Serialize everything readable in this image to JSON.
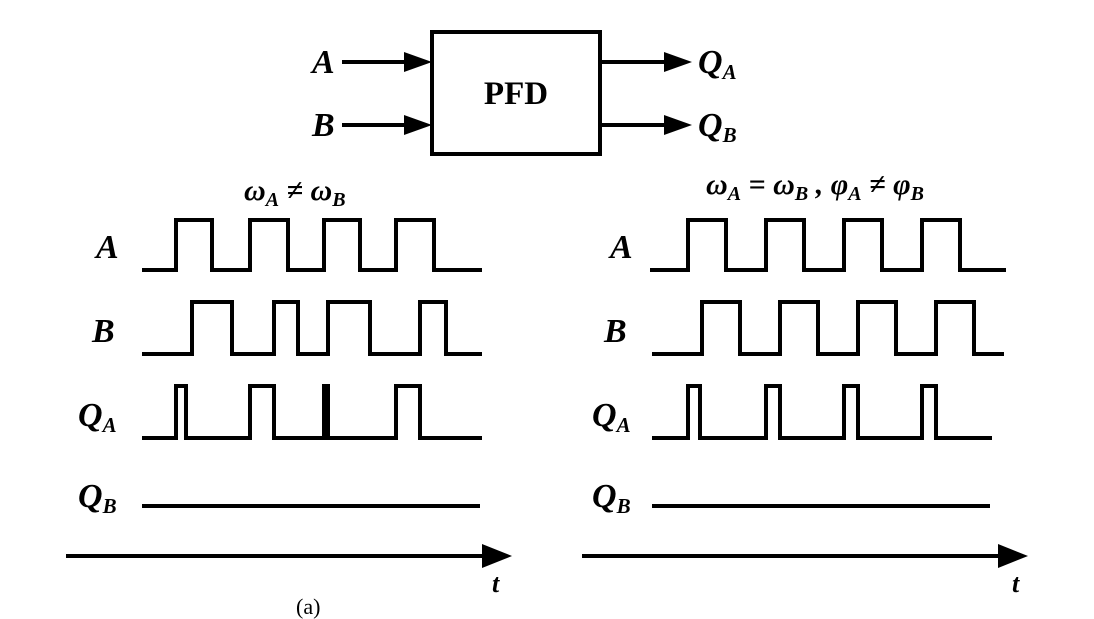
{
  "block": {
    "label": "PFD",
    "inputs": [
      "A",
      "B"
    ],
    "outputs": [
      {
        "main": "Q",
        "sub": "A"
      },
      {
        "main": "Q",
        "sub": "B"
      }
    ]
  },
  "panels": [
    {
      "title": {
        "w1": "ω",
        "w1s": "A",
        "op": " ≠ ",
        "w2": "ω",
        "w2s": "B"
      },
      "signals": [
        {
          "main": "A",
          "sub": ""
        },
        {
          "main": "B",
          "sub": ""
        },
        {
          "main": "Q",
          "sub": "A"
        },
        {
          "main": "Q",
          "sub": "B"
        }
      ],
      "axis_label": "t"
    },
    {
      "title": {
        "w1": "ω",
        "w1s": "A",
        "op": " = ",
        "w2": "ω",
        "w2s": "B",
        "sep": " ,  ",
        "p1": "φ",
        "p1s": "A",
        "op2": " ≠ ",
        "p2": "φ",
        "p2s": "B"
      },
      "signals": [
        {
          "main": "A",
          "sub": ""
        },
        {
          "main": "B",
          "sub": ""
        },
        {
          "main": "Q",
          "sub": "A"
        },
        {
          "main": "Q",
          "sub": "B"
        }
      ],
      "axis_label": "t"
    }
  ],
  "caption": "(a)"
}
